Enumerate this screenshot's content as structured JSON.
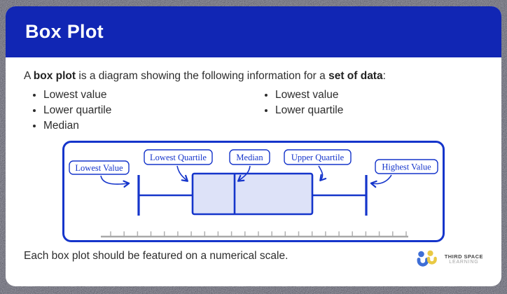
{
  "header": {
    "title": "Box Plot"
  },
  "intro": {
    "part1": "A ",
    "bold1": "box plot",
    "part2": " is a diagram showing the following information for a ",
    "bold2": "set of data",
    "part3": ":"
  },
  "bullets": {
    "left": [
      "Lowest value",
      "Lower quartile",
      "Median"
    ],
    "right": [
      "Lowest value",
      "Lower quartile"
    ]
  },
  "diagram": {
    "labels": {
      "lowest_value": "Lowest Value",
      "lowest_quartile": "Lowest Quartile",
      "median": "Median",
      "upper_quartile": "Upper Quartile",
      "highest_value": "Highest Value"
    },
    "colors": {
      "line_blue": "#1535cb",
      "box_fill": "#dde2f8",
      "scale_gray": "#a8a8a8"
    }
  },
  "footer": {
    "text": "Each box plot should be featured on a numerical scale."
  },
  "branding": {
    "line1": "THIRD SPACE",
    "line2": "LEARNING",
    "colors": {
      "blue": "#3e6ed6",
      "yellow": "#e9c943"
    }
  },
  "theme": {
    "header_bg": "#1126b4",
    "card_bg": "#ffffff",
    "text": "#2d2d2d"
  }
}
